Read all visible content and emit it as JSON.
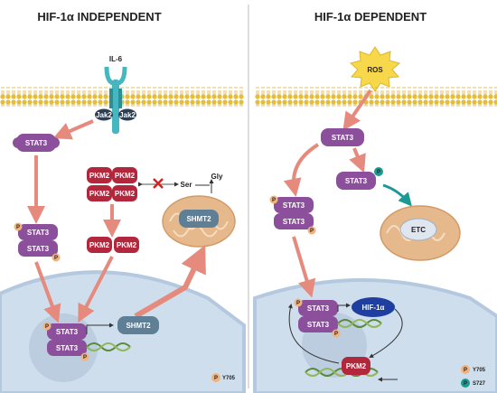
{
  "panels": {
    "left_title": "HIF-1α INDEPENDENT",
    "right_title": "HIF-1α DEPENDENT"
  },
  "labels": {
    "il6": "IL-6",
    "jak2": "Jak2",
    "stat3": "STAT3",
    "pkm2": "PKM2",
    "ser": "Ser",
    "gly": "Gly",
    "shmt2": "SHMT2",
    "ros": "ROS",
    "etc": "ETC",
    "hif1a": "HIF-1α",
    "phospho": "P"
  },
  "legend": {
    "left": [
      {
        "site": "Y705",
        "color": "#f0b37e"
      }
    ],
    "right": [
      {
        "site": "Y705",
        "color": "#f0b37e"
      },
      {
        "site": "S727",
        "color": "#1a9a93"
      }
    ]
  },
  "colors": {
    "stat3": "#8b4f9b",
    "pkm2": "#b3273d",
    "shmt2": "#5e7f95",
    "mito": "#e6b98c",
    "hif": "#1f3fa0",
    "arrow": "#e58a7d",
    "membrane": "#e4bd3a",
    "nucleus": "#cfdeec",
    "teal": "#1a9a93"
  }
}
